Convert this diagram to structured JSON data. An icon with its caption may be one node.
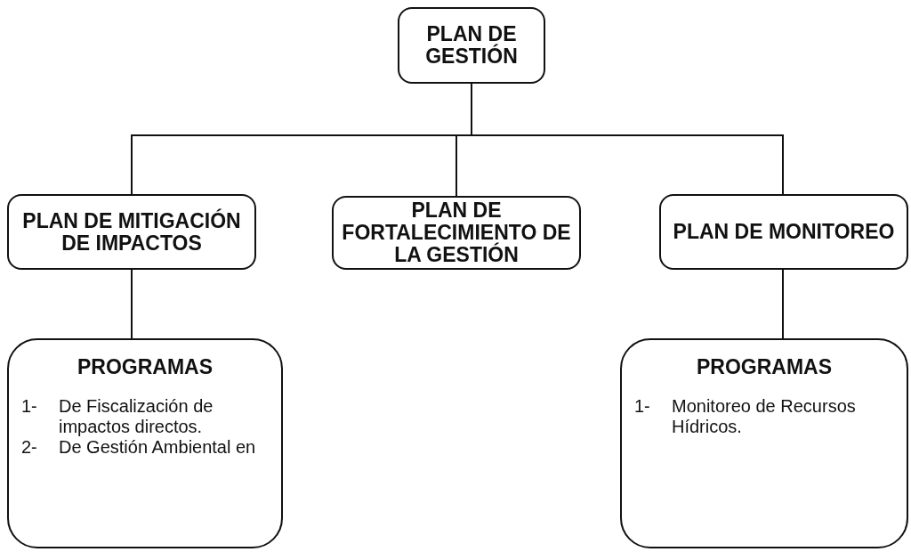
{
  "diagram": {
    "nodes": [
      {
        "text": [
          "PLAN DE GESTIÓN"
        ]
      },
      {
        "text": [
          "PLAN DE MITIGACIÓN DE IMPACTOS"
        ]
      },
      {
        "text": [
          "PLAN DE FORTALECIMIENTO DE LA GESTIÓN"
        ]
      },
      {
        "text": [
          "PLAN DE MONITOREO"
        ]
      },
      {
        "text": [
          "PROGRAMAS",
          "1-",
          "De Fiscalización de impactos directos.",
          "2-",
          "De Gestión Ambiental en"
        ]
      },
      {
        "text": [
          "PROGRAMAS",
          "1-",
          "Monitoreo de Recursos Hídricos."
        ]
      }
    ],
    "edges": [
      {
        "from": 0,
        "to": 1,
        "arrow": "none"
      },
      {
        "from": 0,
        "to": 2,
        "arrow": "none"
      },
      {
        "from": 0,
        "to": 3,
        "arrow": "none"
      },
      {
        "from": 1,
        "to": 4,
        "arrow": "none"
      },
      {
        "from": 3,
        "to": 5,
        "arrow": "none"
      }
    ]
  }
}
